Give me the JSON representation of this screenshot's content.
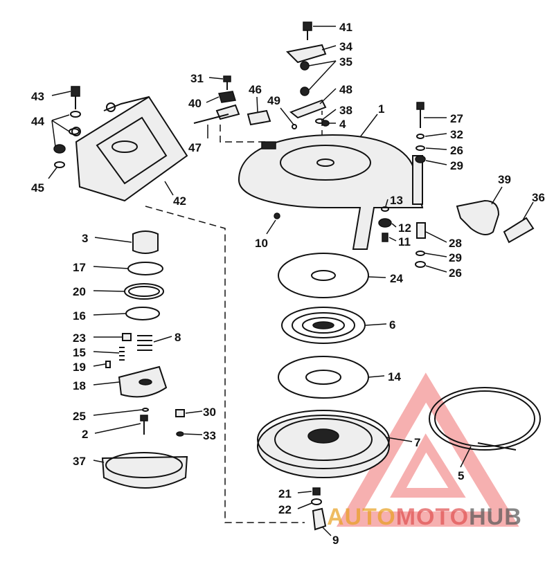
{
  "diagram": {
    "parts": [
      "41",
      "34",
      "35",
      "31",
      "46",
      "48",
      "43",
      "40",
      "49",
      "1",
      "38",
      "27",
      "44",
      "4",
      "32",
      "47",
      "26",
      "29",
      "45",
      "39",
      "36",
      "42",
      "13",
      "10",
      "12",
      "11",
      "3",
      "28",
      "29",
      "26",
      "17",
      "24",
      "20",
      "16",
      "6",
      "8",
      "23",
      "15",
      "19",
      "14",
      "18",
      "30",
      "25",
      "2",
      "33",
      "7",
      "37",
      "5",
      "21",
      "22",
      "9"
    ]
  },
  "watermark": {
    "part1": "AUTO",
    "part2": "MOTO",
    "part3": "HUB",
    "color1": "#e8a020",
    "color2": "#e05050",
    "color3": "#555555"
  }
}
